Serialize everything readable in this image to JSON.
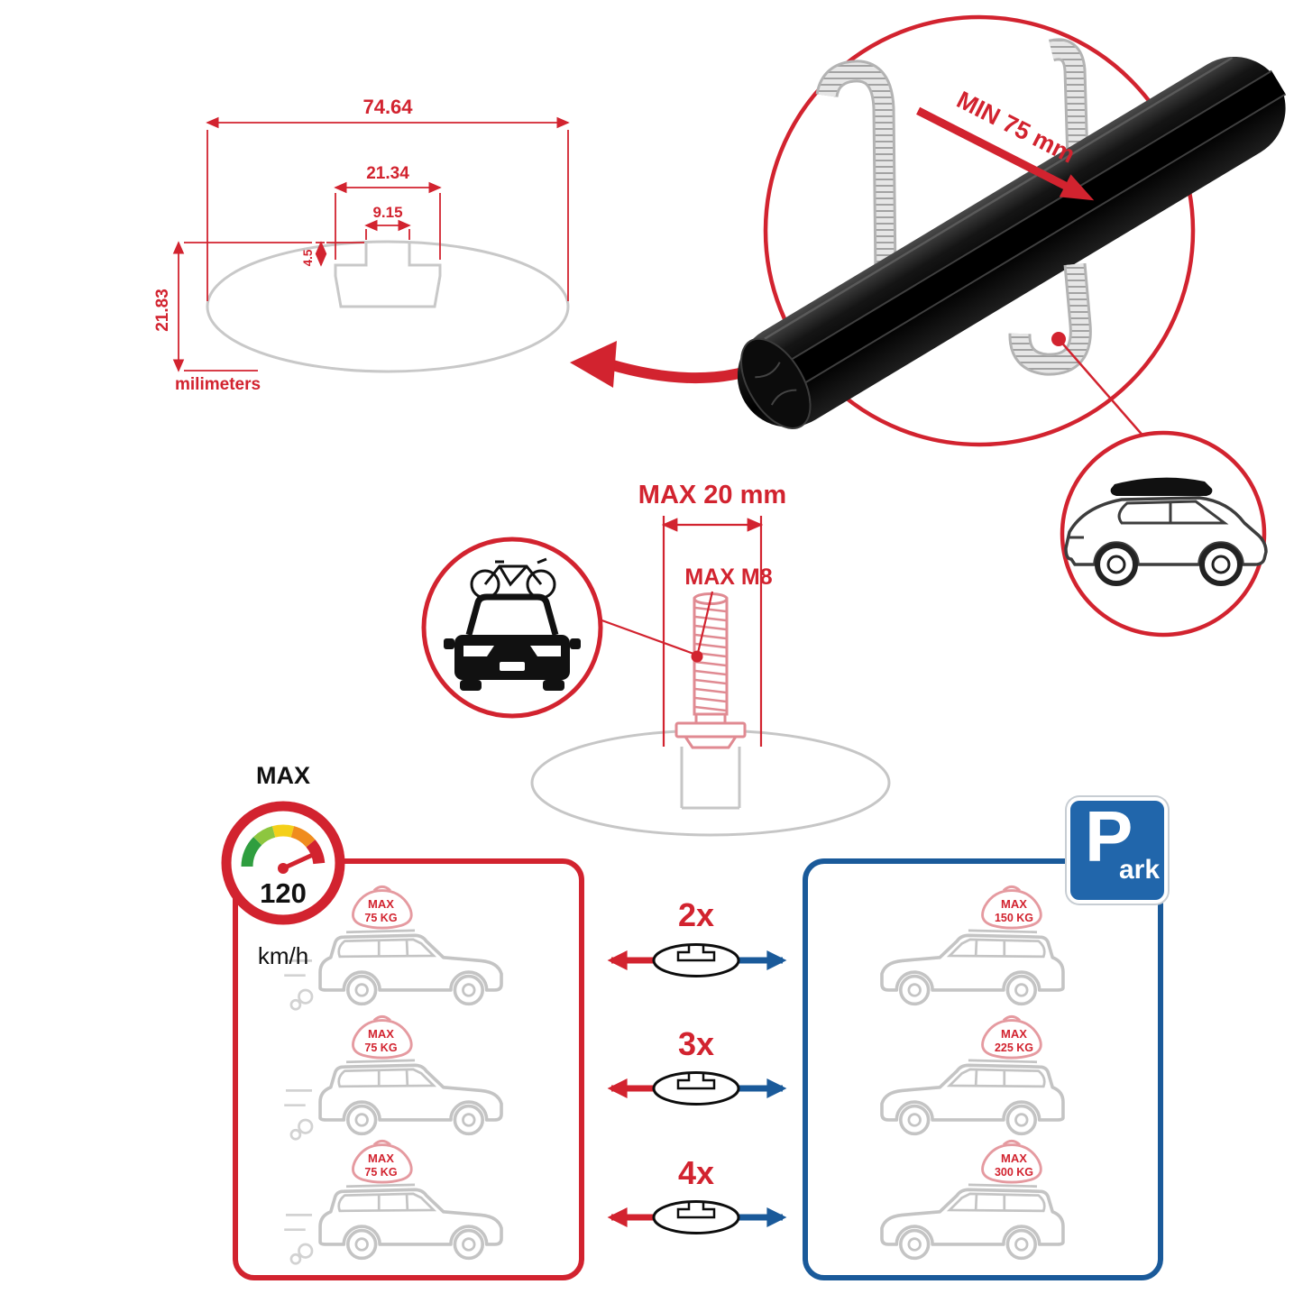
{
  "colors": {
    "red": "#d2232f",
    "blue": "#1a5a9a",
    "sign_blue": "#2166ab",
    "line_gray": "#c6c6c6",
    "pink": "#e59aa0",
    "black": "#111111"
  },
  "dimension_diagram": {
    "total_width": "74.64",
    "channel_width": "21.34",
    "slot_width": "9.15",
    "slot_depth": "4.5",
    "total_height": "21.83",
    "unit_label": "milimeters"
  },
  "crossbar_detail": {
    "min_clearance_label": "MIN 75 mm"
  },
  "bolt_detail": {
    "max_width_label": "MAX 20 mm",
    "max_thread_label": "MAX M8"
  },
  "speed_limit": {
    "label": "MAX",
    "value": "120",
    "unit": "km/h"
  },
  "multipliers": [
    {
      "label": "2x"
    },
    {
      "label": "3x"
    },
    {
      "label": "4x"
    }
  ],
  "driving_panel": {
    "cars": [
      {
        "load_label": "MAX",
        "load_weight": "75 KG"
      },
      {
        "load_label": "MAX",
        "load_weight": "75 KG"
      },
      {
        "load_label": "MAX",
        "load_weight": "75 KG"
      }
    ]
  },
  "parking_panel": {
    "sign_letter": "P",
    "sign_suffix": "ark",
    "cars": [
      {
        "load_label": "MAX",
        "load_weight": "150 KG"
      },
      {
        "load_label": "MAX",
        "load_weight": "225 KG"
      },
      {
        "load_label": "MAX",
        "load_weight": "300 KG"
      }
    ]
  }
}
